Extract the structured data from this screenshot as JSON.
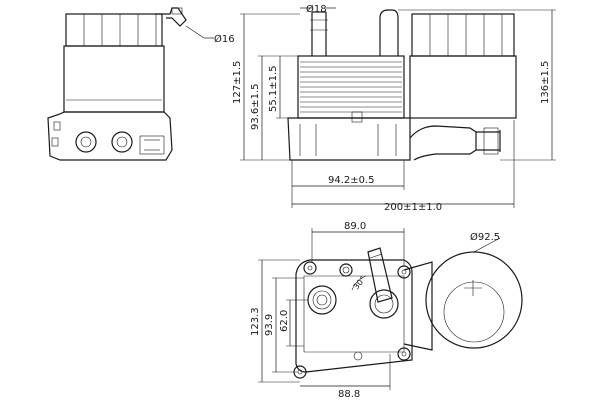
{
  "drawing": {
    "dimensions": {
      "d16": "Ø16",
      "d18": "Ø18",
      "h127": "127±1.5",
      "h93_6": "93.6±1.5",
      "h55_1": "55.1±1.5",
      "h136": "136±1.5",
      "w94_2": "94.2±0.5",
      "w200": "200±1±1.0",
      "w89": "89.0",
      "d92_5": "Ø92.5",
      "h123_3": "123.3",
      "h93_9": "93.9",
      "h62": "62.0",
      "w88_8": "88.8",
      "angle": "30°"
    }
  }
}
